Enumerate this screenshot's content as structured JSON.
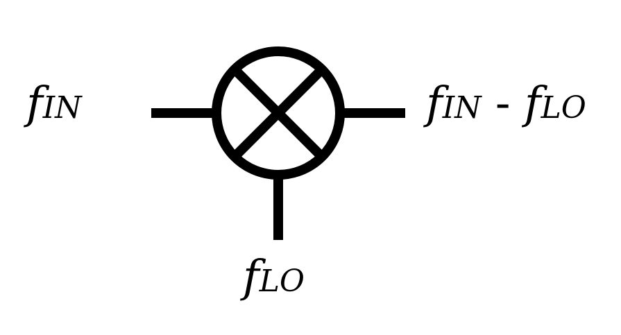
{
  "labels": {
    "input": {
      "f": "f",
      "sub": "IN"
    },
    "output": {
      "f1": "f",
      "sub1": "IN",
      "op": " - ",
      "f2": "f",
      "sub2": "LO"
    },
    "lo": {
      "f": "f",
      "sub": "LO"
    }
  },
  "colors": {
    "stroke": "#000000",
    "background": "#ffffff"
  },
  "icon": "mixer-symbol"
}
